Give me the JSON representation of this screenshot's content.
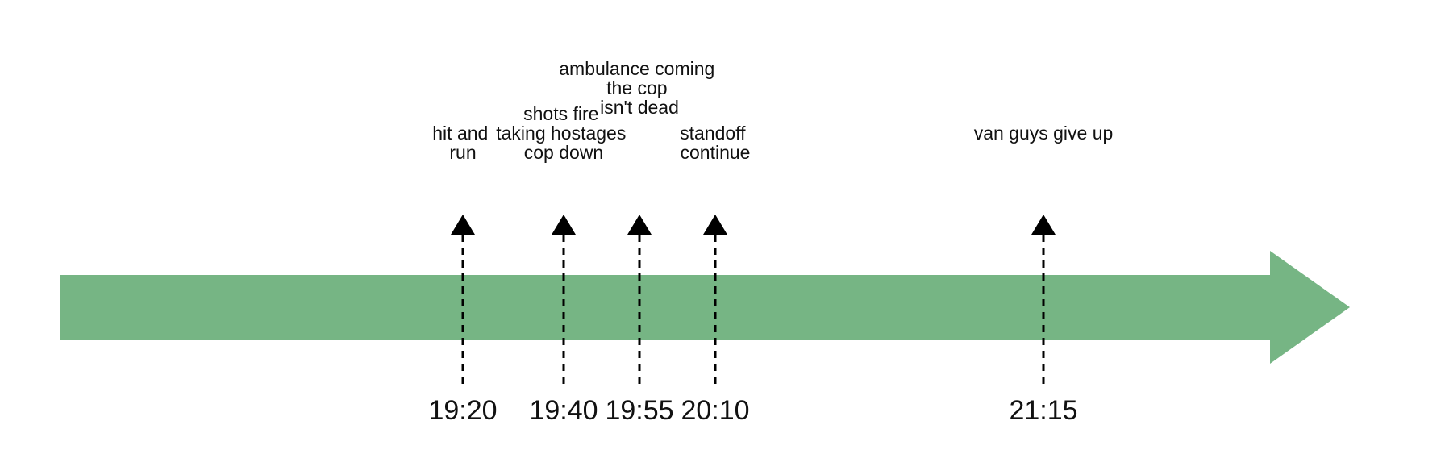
{
  "colors": {
    "arrow": "#76b584",
    "marker": "#000000",
    "text": "#111111"
  },
  "events": [
    {
      "time": "19:20",
      "lines": [
        "hit and",
        "run"
      ]
    },
    {
      "time": "19:40",
      "lines": [
        "shots fire",
        "taking hostages",
        "cop down"
      ]
    },
    {
      "time": "19:55",
      "lines": [
        "ambulance coming",
        "the cop",
        "isn't dead"
      ]
    },
    {
      "time": "20:10",
      "lines": [
        "standoff",
        "continue"
      ]
    },
    {
      "time": "21:15",
      "lines": [
        "van guys give up"
      ]
    }
  ]
}
